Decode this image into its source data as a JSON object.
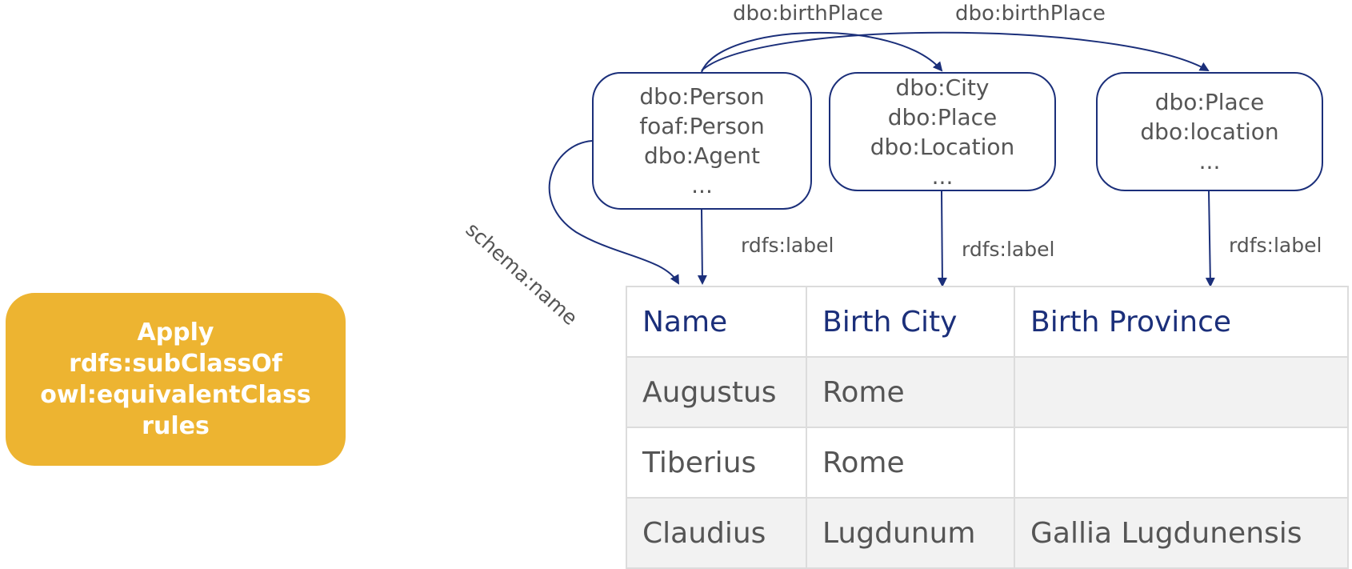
{
  "rule_box": {
    "lines": [
      "Apply",
      "rdfs:subClassOf",
      "owl:equivalentClass",
      "rules"
    ]
  },
  "nodes": {
    "person": [
      "dbo:Person",
      "foaf:Person",
      "dbo:Agent",
      "..."
    ],
    "city": [
      "dbo:City",
      "dbo:Place",
      "dbo:Location",
      "..."
    ],
    "place": [
      "dbo:Place",
      "dbo:location",
      "..."
    ]
  },
  "edges": {
    "birth_place_1": "dbo:birthPlace",
    "birth_place_2": "dbo:birthPlace",
    "schema_name": "schema:name",
    "label_name": "rdfs:label",
    "label_city": "rdfs:label",
    "label_province": "rdfs:label"
  },
  "table": {
    "headers": [
      "Name",
      "Birth City",
      "Birth Province"
    ],
    "rows": [
      [
        "Augustus",
        "Rome",
        ""
      ],
      [
        "Tiberius",
        "Rome",
        ""
      ],
      [
        "Claudius",
        "Lugdunum",
        "Gallia Lugdunensis"
      ]
    ]
  },
  "colors": {
    "accent": "#EDB431",
    "navy": "#1B2F7A",
    "text": "#555555",
    "row_shade": "#F2F2F2",
    "grid": "#DCDCDC"
  }
}
